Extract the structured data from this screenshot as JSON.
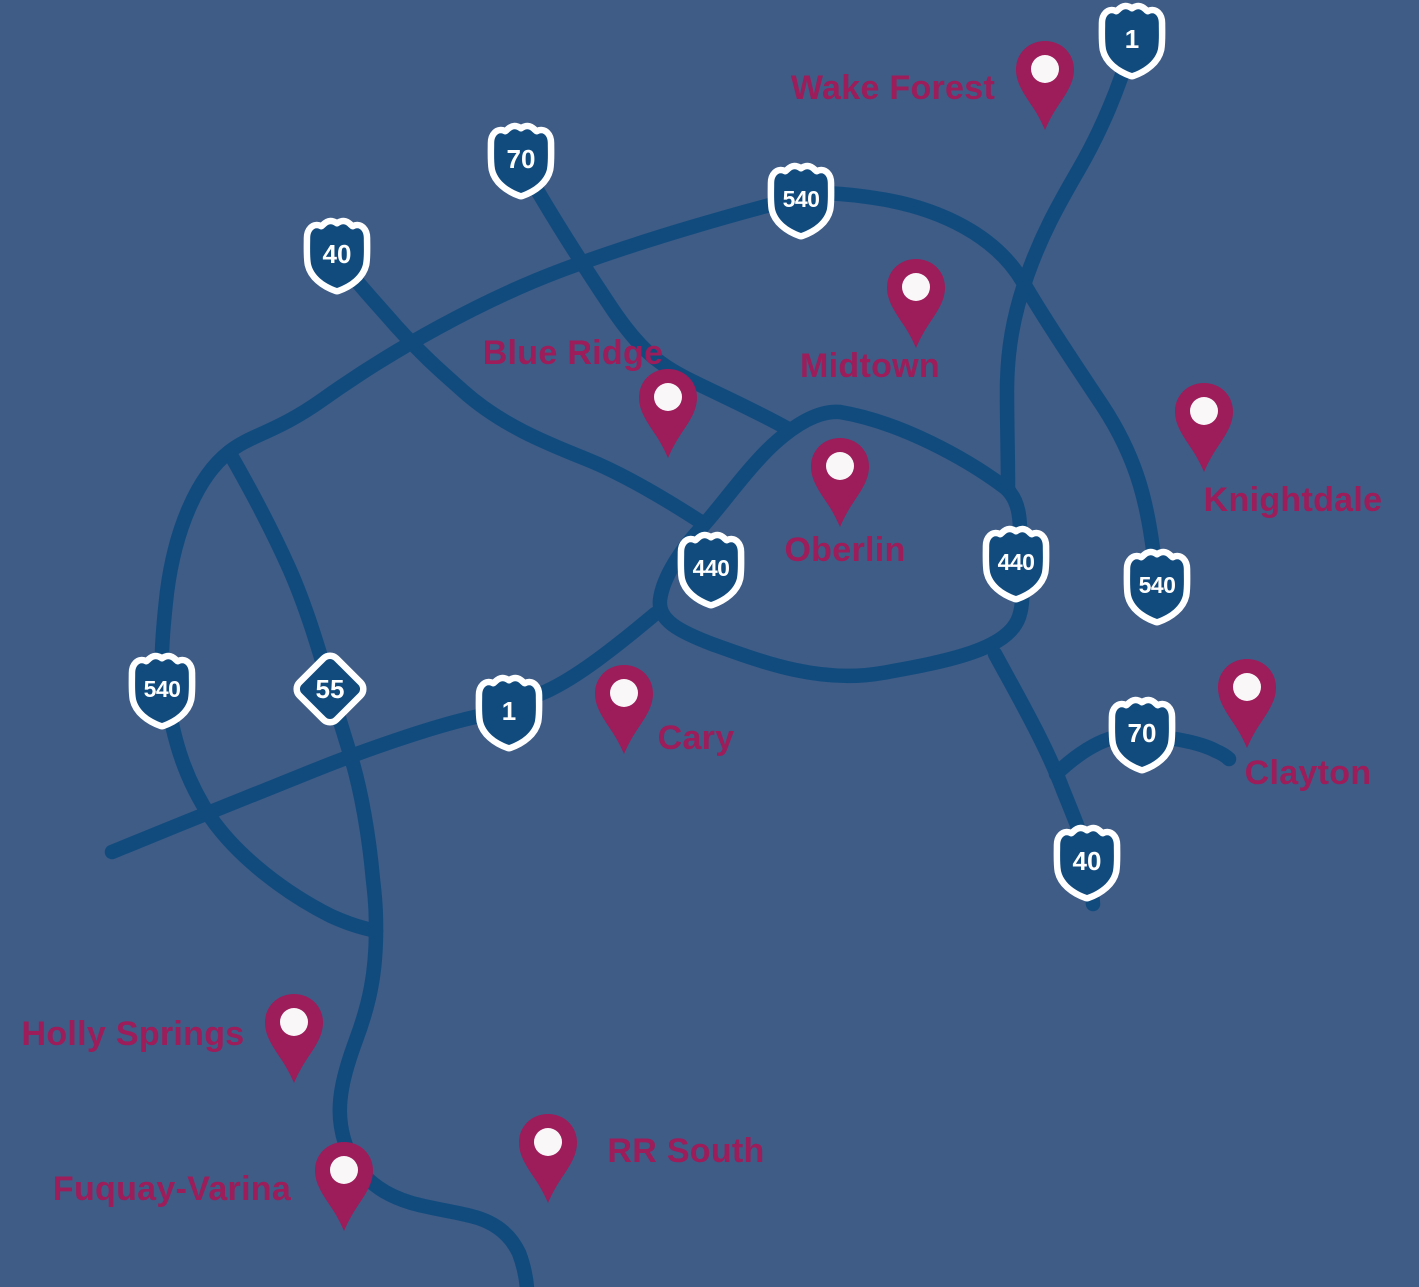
{
  "map": {
    "colors": {
      "bg": "#3E5C86",
      "road": "#114B7E",
      "shield": "#114B7E",
      "shield-border": "#FFFFFF",
      "pin": "#9D1C5A",
      "pin-dot": "#F9F7F8",
      "label": "#9D1C5A"
    }
  },
  "locations": [
    {
      "id": "wake-forest",
      "label": "Wake Forest"
    },
    {
      "id": "midtown",
      "label": "Midtown"
    },
    {
      "id": "blue-ridge",
      "label": "Blue Ridge"
    },
    {
      "id": "oberlin",
      "label": "Oberlin"
    },
    {
      "id": "knightdale",
      "label": "Knightdale"
    },
    {
      "id": "cary",
      "label": "Cary"
    },
    {
      "id": "clayton",
      "label": "Clayton"
    },
    {
      "id": "holly-springs",
      "label": "Holly Springs"
    },
    {
      "id": "fuquay-varina",
      "label": "Fuquay-Varina"
    },
    {
      "id": "rr-south",
      "label": "RR South"
    }
  ],
  "route_shields": [
    {
      "id": "us-1-north",
      "shape": "us-route-shield",
      "number": "1"
    },
    {
      "id": "us-70-northwest",
      "shape": "us-route-shield",
      "number": "70"
    },
    {
      "id": "i-40-northwest",
      "shape": "us-route-shield",
      "number": "40"
    },
    {
      "id": "i-540-north",
      "shape": "us-route-shield",
      "number": "540"
    },
    {
      "id": "i-540-west",
      "shape": "us-route-shield",
      "number": "540"
    },
    {
      "id": "nc-55",
      "shape": "diamond-shield",
      "number": "55"
    },
    {
      "id": "us-1-cary",
      "shape": "us-route-shield",
      "number": "1"
    },
    {
      "id": "i-440-west",
      "shape": "us-route-shield",
      "number": "440"
    },
    {
      "id": "i-440-east",
      "shape": "us-route-shield",
      "number": "440"
    },
    {
      "id": "i-540-east",
      "shape": "us-route-shield",
      "number": "540"
    },
    {
      "id": "us-70-southeast",
      "shape": "us-route-shield",
      "number": "70"
    },
    {
      "id": "i-40-southeast",
      "shape": "us-route-shield",
      "number": "40"
    }
  ]
}
